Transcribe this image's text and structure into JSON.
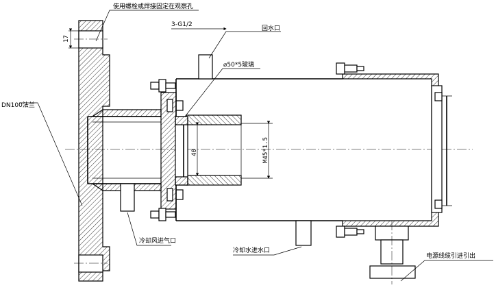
{
  "drawing": {
    "labels": {
      "flange": "DN100法兰",
      "bolt_note": "使用螺栓或焊接固定在观察孔",
      "thread_spec": "3-G1/2",
      "return_water": "回水口",
      "glass": "⌀50*5玻璃",
      "cooling_air_inlet": "冷却风进气口",
      "cooling_water_inlet": "冷却水进水口",
      "cable_entry": "电源线缆引进引出"
    },
    "dimensions": {
      "flange_thickness": "17",
      "bore_diameter": "40",
      "thread_size": "M45*1.5"
    }
  }
}
